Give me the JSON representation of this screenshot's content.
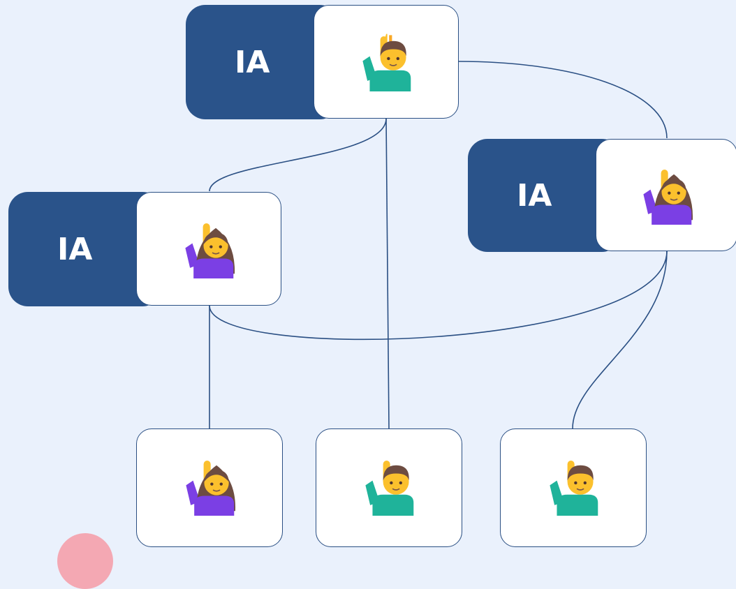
{
  "ai_label": "IA",
  "nodes": {
    "top": {
      "ai_tag": "IA",
      "avatar": "man-raising-hand-icon"
    },
    "left": {
      "ai_tag": "IA",
      "avatar": "woman-raising-hand-icon"
    },
    "right": {
      "ai_tag": "IA",
      "avatar": "woman-raising-hand-icon"
    },
    "bottom": [
      {
        "avatar": "woman-raising-hand-icon"
      },
      {
        "avatar": "man-raising-hand-icon"
      },
      {
        "avatar": "man-raising-hand-icon"
      }
    ]
  },
  "colors": {
    "background": "#eaf1fc",
    "ai_tag": "#2a538a",
    "connector": "#2a4f83",
    "card": "#ffffff",
    "man_shirt": "#1fb39a",
    "woman_shirt": "#7b3fe4",
    "skin": "#fbc02d",
    "hair_man": "#6d4c41",
    "hair_woman": "#6d4c41",
    "accent_blob": "#f4a8b3"
  }
}
